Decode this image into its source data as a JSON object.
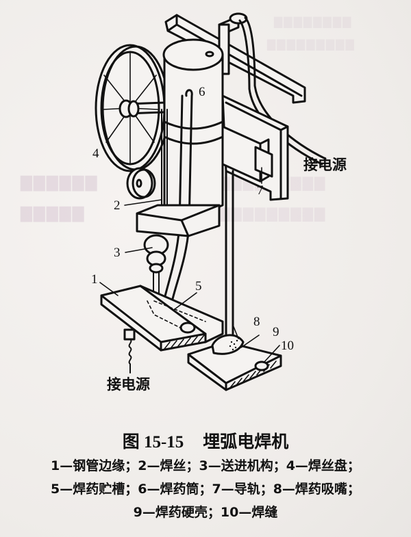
{
  "figure": {
    "number": "图 15-15",
    "title": "埋弧电焊机",
    "caption_lines": [
      "1—钢管边缘；2—焊丝；3—送进机构；4—焊丝盘；",
      "5—焊药贮槽；6—焊药筒；7—导轨；8—焊药吸嘴；",
      "9—焊药硬壳；10—焊缝"
    ]
  },
  "legend": [
    {
      "id": "1",
      "name": "钢管边缘"
    },
    {
      "id": "2",
      "name": "焊丝"
    },
    {
      "id": "3",
      "name": "送进机构"
    },
    {
      "id": "4",
      "name": "焊丝盘"
    },
    {
      "id": "5",
      "name": "焊药贮槽"
    },
    {
      "id": "6",
      "name": "焊药筒"
    },
    {
      "id": "7",
      "name": "导轨"
    },
    {
      "id": "8",
      "name": "焊药吸嘴"
    },
    {
      "id": "9",
      "name": "焊药硬壳"
    },
    {
      "id": "10",
      "name": "焊缝"
    }
  ],
  "diagram": {
    "part_labels": {
      "p1": "1",
      "p2": "2",
      "p3": "3",
      "p4": "4",
      "p5": "5",
      "p6": "6",
      "p7": "7",
      "p8": "8",
      "p9": "9",
      "p10": "10"
    },
    "power_label_top": "接电源",
    "power_label_bottom": "接电源"
  },
  "colors": {
    "ink": "#111111",
    "paper": "#f3f1ef",
    "bleed_through": "#d9c9d4"
  }
}
